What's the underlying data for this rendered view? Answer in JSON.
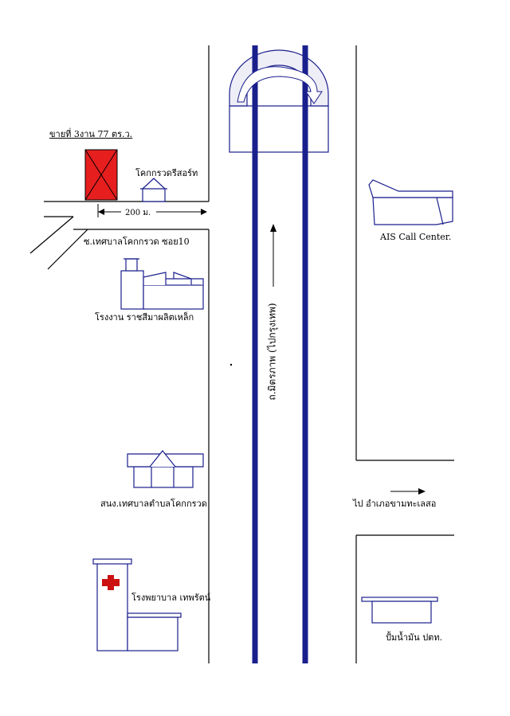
{
  "sale_label": "ขายที่  3งาน 77 ตร.ว.",
  "landmarks": {
    "resort": "โคกกรวดรีสอร์ท",
    "soi": "ซ.เทศบาลโคกกรวด ซอย10",
    "distance": "200 ม.",
    "factory": "โรงงาน ราชสีมาผลิตเหล็ก",
    "municipal_office": "สนง.เทศบาลตำบลโคกกรวด",
    "hospital": "โรงพยาบาล เทพรัตน์",
    "ais": "AIS Call Center.",
    "to_district": "ไป อำเภอขามทะเลสอ",
    "gas_station": "ปั้มน้ำมัน ปตท."
  },
  "road": {
    "name": "ถ.มิตรภาพ (ไปกรุงเทพ)"
  },
  "colors": {
    "road_line": "#1a1f8c",
    "plot_fill": "#e61e1e",
    "hospital_cross": "#cc1111",
    "building_stroke": "#1a1f8c"
  }
}
